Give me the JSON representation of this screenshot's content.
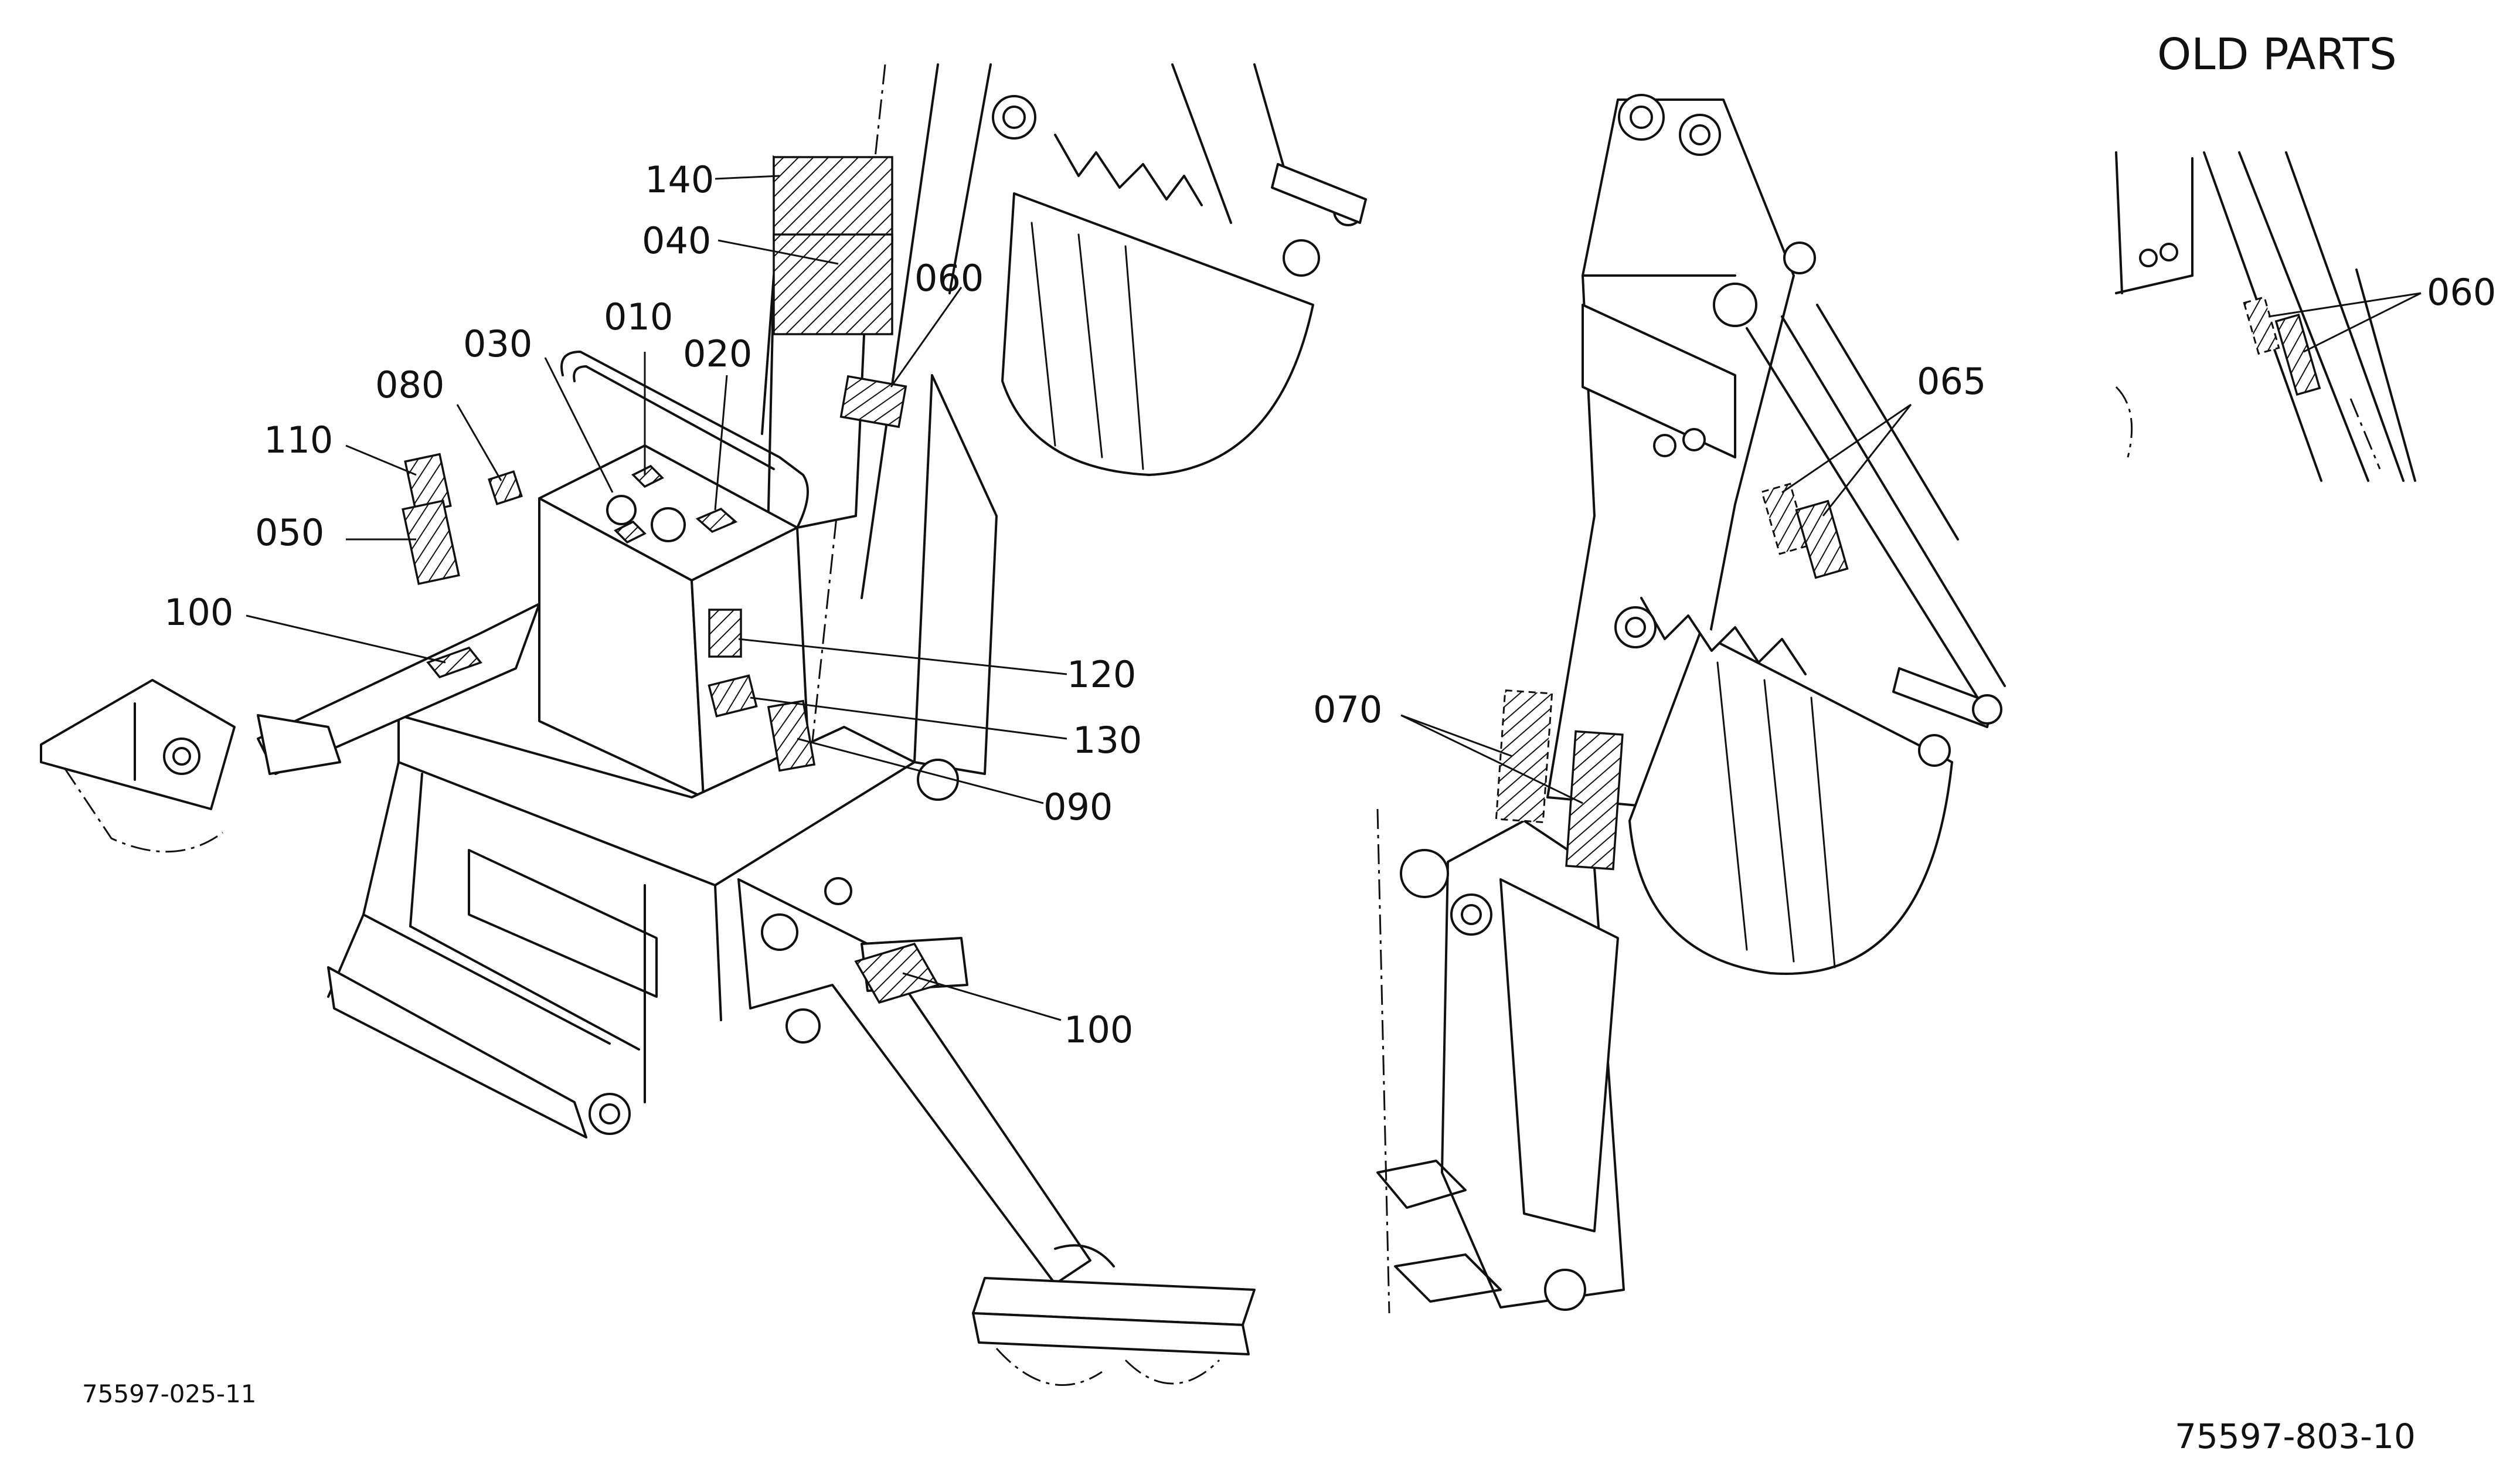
{
  "header": {
    "title": "OLD PARTS"
  },
  "figure_codes": {
    "left": "75597-025-11",
    "right": "75597-803-10"
  },
  "callouts": {
    "c140": "140",
    "c040": "040",
    "c060": "060",
    "c030": "030",
    "c010": "010",
    "c020": "020",
    "c080": "080",
    "c110": "110",
    "c050": "050",
    "c100a": "100",
    "c120": "120",
    "c130": "130",
    "c090": "090",
    "c100b": "100",
    "c065": "065",
    "c070": "070",
    "c060b": "060"
  }
}
